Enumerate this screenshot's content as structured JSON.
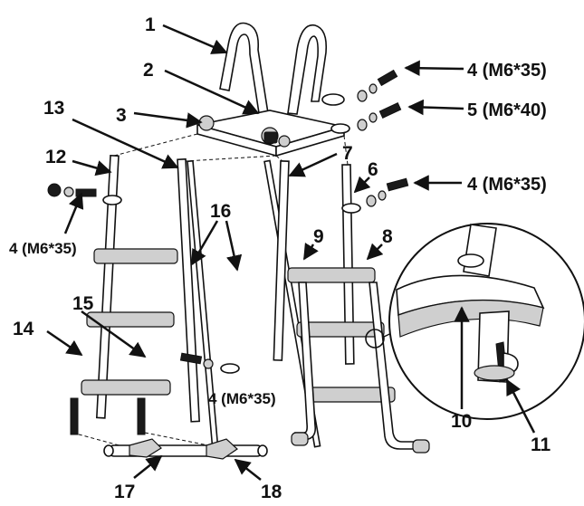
{
  "labels": {
    "n1": "1",
    "n2": "2",
    "n3": "3",
    "n4a": "4 (M6*35)",
    "n5": "5 (M6*40)",
    "n4b": "4 (M6*35)",
    "n6": "6",
    "n7": "7",
    "n8": "8",
    "n9": "9",
    "n10": "10",
    "n11": "11",
    "n12": "12",
    "n13": "13",
    "n14": "14",
    "n15": "15",
    "n16": "16",
    "n17": "17",
    "n18": "18",
    "n4c": "4 (M6*35)",
    "n4d": "4 (M6*35)"
  }
}
